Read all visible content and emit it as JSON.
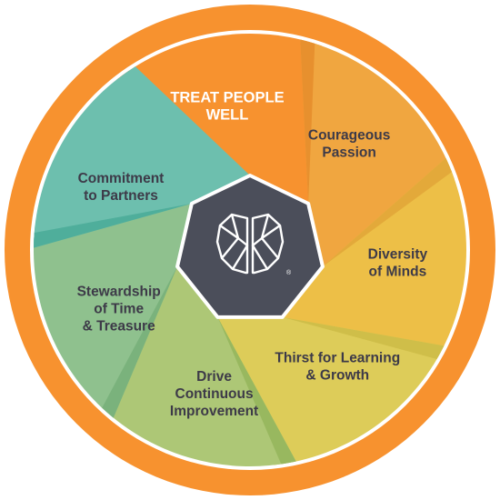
{
  "diagram": {
    "center_logo": "brain-icon",
    "segments": [
      {
        "key": "treat",
        "lines": [
          "TREAT PEOPLE",
          "WELL"
        ],
        "color": "#F7922F",
        "shade": "#E9781E",
        "text_color": "#ffffff"
      },
      {
        "key": "courage",
        "lines": [
          "Courageous",
          "Passion"
        ],
        "color": "#F0A640",
        "shade": "#E7902E",
        "text_color": "#3d3a48"
      },
      {
        "key": "diversity",
        "lines": [
          "Diversity",
          "of Minds"
        ],
        "color": "#EDBF47",
        "shade": "#E3A93A",
        "text_color": "#3d3a48"
      },
      {
        "key": "thirst",
        "lines": [
          "Thirst for Learning",
          "& Growth"
        ],
        "color": "#DDCC59",
        "shade": "#CFBE49",
        "text_color": "#3d3a48"
      },
      {
        "key": "drive",
        "lines": [
          "Drive",
          "Continuous",
          "Improvement"
        ],
        "color": "#ADC776",
        "shade": "#98B85F",
        "text_color": "#3d3a48"
      },
      {
        "key": "stewardship",
        "lines": [
          "Stewardship",
          "of Time",
          "& Treasure"
        ],
        "color": "#8FC18E",
        "shade": "#7AB27C",
        "text_color": "#3d3a48"
      },
      {
        "key": "commitment",
        "lines": [
          "Commitment",
          "to Partners"
        ],
        "color": "#6DBFAE",
        "shade": "#4FAE9B",
        "text_color": "#3d3a48"
      }
    ],
    "colors": {
      "ring": "#F7922F",
      "center": "#4B4E5A",
      "logo_stroke": "#ffffff"
    }
  }
}
